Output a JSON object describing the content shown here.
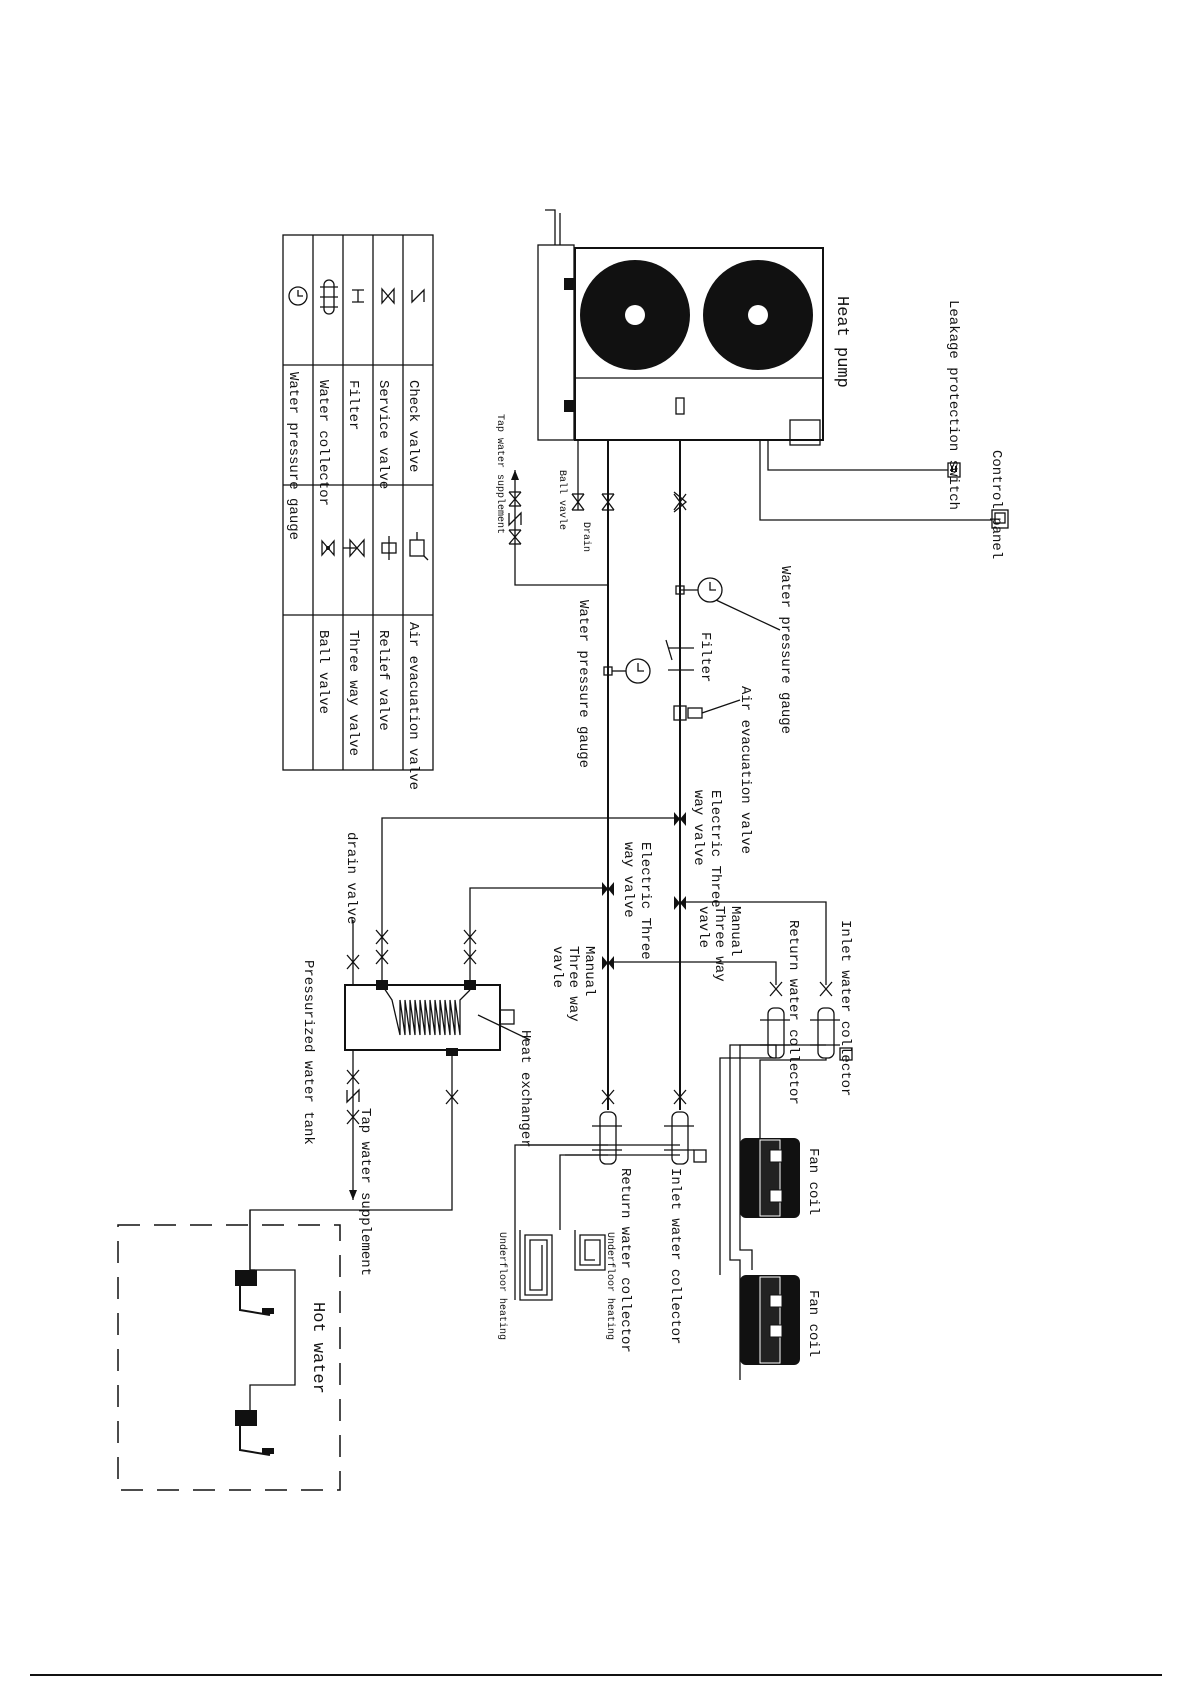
{
  "legend": {
    "check_valve": "Check valve",
    "service_valve": "Service valve",
    "filter": "Filter",
    "water_collector": "Water collector",
    "water_pressure_gauge": "Water pressure gauge",
    "air_evacuation_valve": "Air evacuation valve",
    "relief_valve": "Relief valve",
    "three_way_valve": "Three way valve",
    "ball_valve": "Ball valve"
  },
  "labels": {
    "heat_pump": "Heat pump",
    "leakage_switch": "Leakage protection switch",
    "control_panel": "Control panel",
    "tap_supply_top": "Tap water supplement",
    "ball_vavle": "Ball vavle",
    "drain": "Drain",
    "wpg_upper": "Water pressure gauge",
    "wpg_lower": "Water pressure gauge",
    "filter": "Filter",
    "air_evac": "Air evacuation valve",
    "elec_3way_1_a": "Electric Three",
    "elec_3way_1_b": "way valve",
    "elec_3way_2_a": "Electric Three",
    "elec_3way_2_b": "way valve",
    "manual_3way_1_a": "Manual",
    "manual_3way_1_b": "Three way",
    "manual_3way_1_c": "vavle",
    "manual_3way_2_a": "Manual",
    "manual_3way_2_b": "Three way",
    "manual_3way_2_c": "vavle",
    "inlet_collector_1": "Inlet water collector",
    "return_collector_1": "Return water collector",
    "inlet_collector_2": "Inlet water collector",
    "return_collector_2": "Return water collector",
    "fan_coil_1": "Fan coil",
    "fan_coil_2": "Fan coil",
    "underfloor_1": "Underfloor heating",
    "underfloor_2": "Underfloor heating",
    "drain_valve": "drain valve",
    "pressurized_tank": "Pressurized water tank",
    "heat_exchanger": "Heat exchanger",
    "tap_supply_bottom": "Tap water supplement",
    "hot_water": "Hot water"
  }
}
